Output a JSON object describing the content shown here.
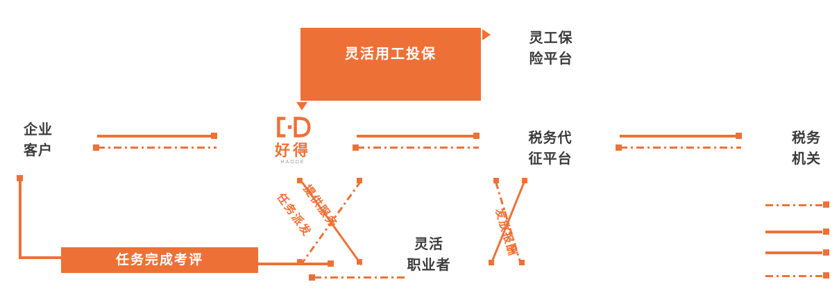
{
  "colors": {
    "accent": "#ED7136",
    "text": "#3B3B3B",
    "box_text": "#FFFFFF",
    "logo_sub": "#999999"
  },
  "top_box": {
    "label": "灵活用工投保"
  },
  "nodes": {
    "enterprise": {
      "line1": "企业",
      "line2": "客户"
    },
    "insurance": {
      "line1": "灵工保",
      "line2": "险平台"
    },
    "tax_agency": {
      "line1": "税务代",
      "line2": "征平台"
    },
    "tax_authority": {
      "line1": "税务",
      "line2": "机关"
    },
    "worker": {
      "line1": "灵活",
      "line2": "职业者"
    }
  },
  "logo": {
    "wordmark": "好得",
    "subtext": "HAODE"
  },
  "eval_box": {
    "label": "任务完成考评"
  },
  "flow_labels": {
    "dispatch": "任务派发",
    "service": "提供服务",
    "payment": "发放报酬"
  }
}
